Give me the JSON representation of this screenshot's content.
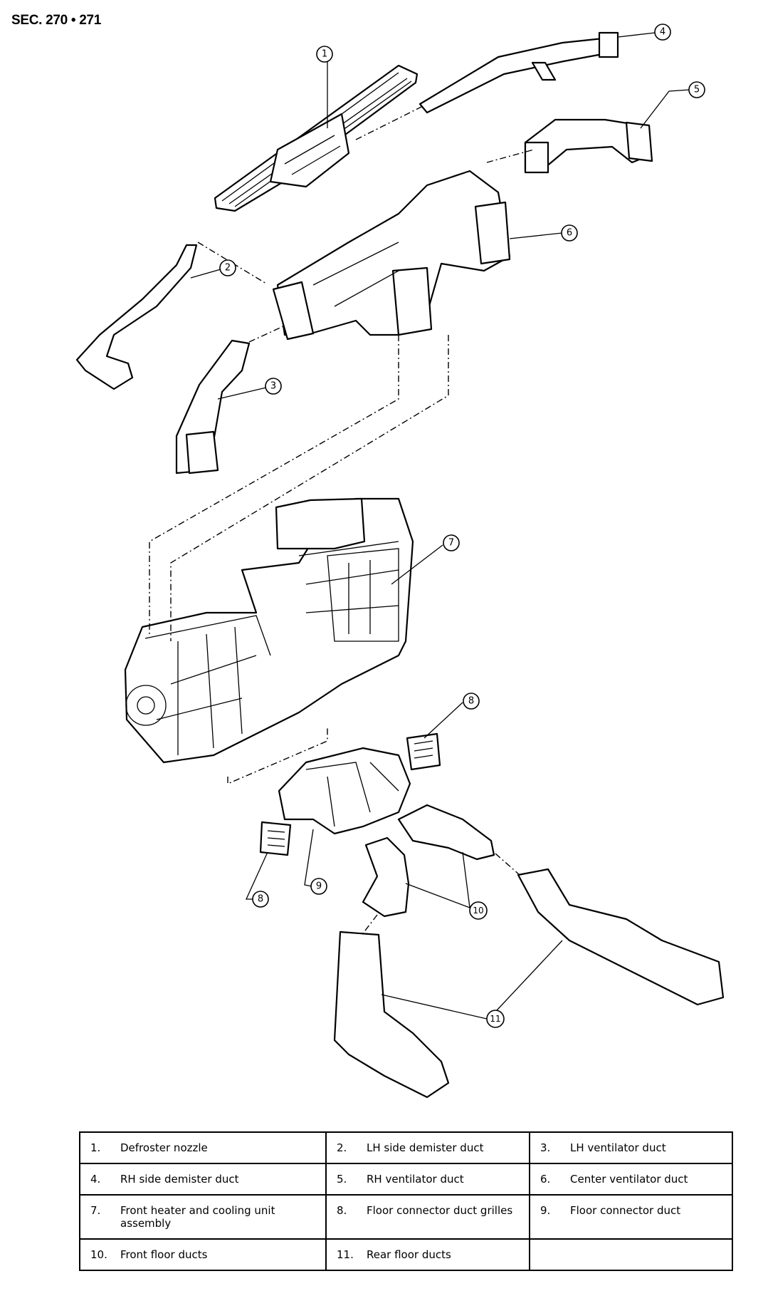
{
  "section_title": "SEC. 270 • 271",
  "callouts": [
    "1",
    "2",
    "3",
    "4",
    "5",
    "6",
    "7",
    "8",
    "8",
    "9",
    "10",
    "11"
  ],
  "legend": [
    [
      {
        "num": "1.",
        "label": "Defroster nozzle"
      },
      {
        "num": "2.",
        "label": "LH side demister duct"
      },
      {
        "num": "3.",
        "label": "LH ventilator duct"
      }
    ],
    [
      {
        "num": "4.",
        "label": "RH side demister duct"
      },
      {
        "num": "5.",
        "label": "RH ventilator duct"
      },
      {
        "num": "6.",
        "label": "Center ventilator duct"
      }
    ],
    [
      {
        "num": "7.",
        "label": "Front heater and cooling unit assembly"
      },
      {
        "num": "8.",
        "label": "Floor connector duct grilles"
      },
      {
        "num": "9.",
        "label": "Floor connector duct"
      }
    ],
    [
      {
        "num": "10.",
        "label": "Front floor ducts"
      },
      {
        "num": "11.",
        "label": "Rear floor ducts"
      },
      {
        "num": "",
        "label": ""
      }
    ]
  ]
}
